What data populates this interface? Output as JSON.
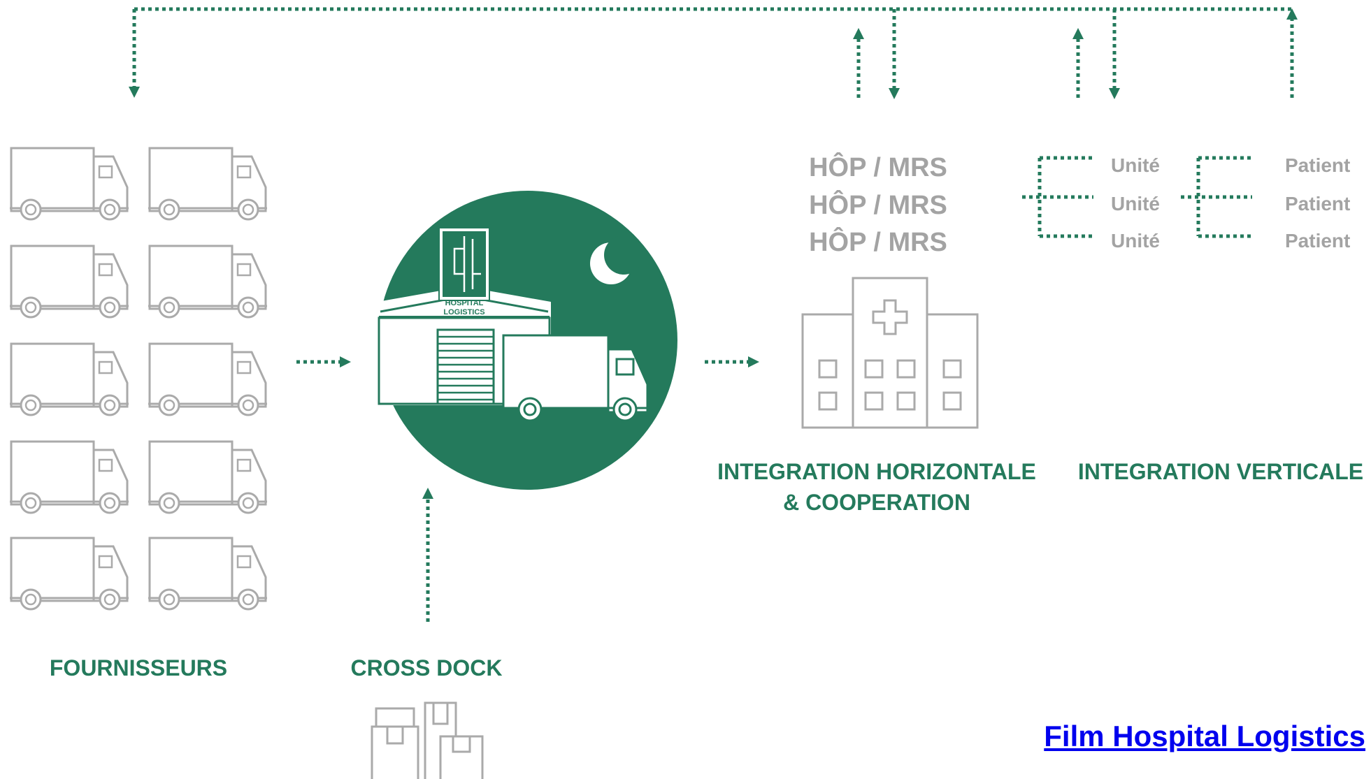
{
  "colors": {
    "green": "#247A5C",
    "grey": "#A3A3A3",
    "link": "#0000EE"
  },
  "labels": {
    "suppliers": "FOURNISSEURS",
    "cross_dock": "CROSS DOCK",
    "integration_horizontal_1": "INTEGRATION HORIZONTALE",
    "integration_horizontal_2": "& COOPERATION",
    "integration_vertical": "INTEGRATION VERTICALE"
  },
  "hospitals": [
    "HÔP / MRS",
    "HÔP / MRS",
    "HÔP / MRS"
  ],
  "units": [
    "Unité",
    "Unité",
    "Unité"
  ],
  "patients": [
    "Patient",
    "Patient",
    "Patient"
  ],
  "logo": {
    "line1": "HOSPITAL",
    "line2": "LOGISTICS"
  },
  "icons": [
    "truck-icon",
    "warehouse-icon",
    "moon-icon",
    "hospital-building-icon",
    "boxes-icon",
    "arrow-icon"
  ],
  "link": {
    "text": "Film Hospital Logistics"
  }
}
